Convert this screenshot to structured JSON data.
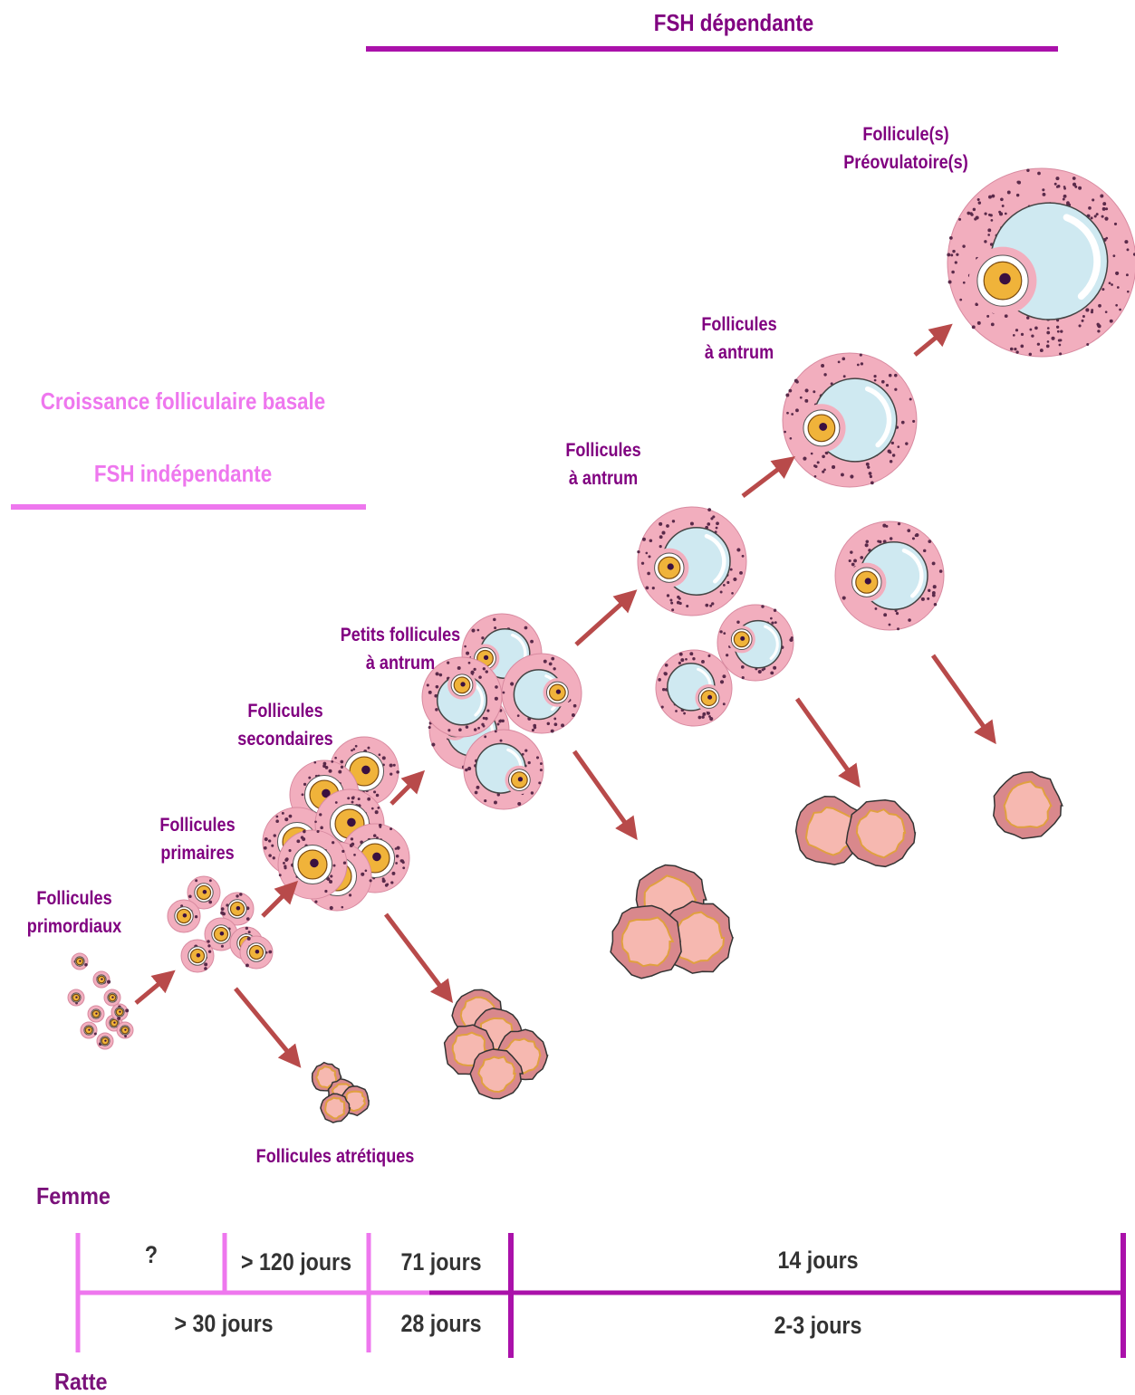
{
  "header": {
    "fsh_dependent": "FSH dépendante",
    "basal_growth": "Croissance folliculaire basale",
    "fsh_independent": "FSH indépendante"
  },
  "stages": {
    "primordial": [
      "Follicules",
      "primordiaux"
    ],
    "primary": [
      "Follicules",
      "primaires"
    ],
    "secondary": [
      "Follicules",
      "secondaires"
    ],
    "small_antral": [
      "Petits follicules",
      "à antrum"
    ],
    "antral_1": [
      "Follicules",
      "à antrum"
    ],
    "antral_2": [
      "Follicules",
      "à antrum"
    ],
    "preovulatory": [
      "Follicule(s)",
      "Préovulatoire(s)"
    ],
    "atretic": "Follicules  atrétiques"
  },
  "timeline": {
    "woman_label": "Femme",
    "rat_label": "Ratte",
    "woman": [
      "?",
      "> 120 jours",
      "71 jours",
      "14 jours"
    ],
    "rat": [
      "> 30 jours",
      "28 jours",
      "2-3 jours"
    ]
  },
  "colors": {
    "fsh_dependent": "#aa11aa",
    "fsh_independent": "#ee77ee",
    "arrow": "#b84a4a",
    "granulosa": "#f2aebe",
    "antrum": "#cfe9f1",
    "oocyte": "#f0b33a",
    "atretic": "#e8a0a0"
  }
}
